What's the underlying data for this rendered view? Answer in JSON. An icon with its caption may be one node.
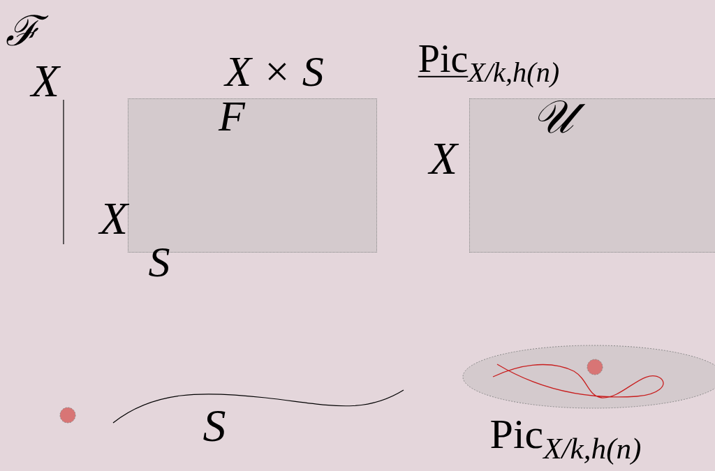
{
  "diagram": {
    "nodes": [
      {
        "text": [
          "F"
        ]
      },
      {
        "text": [
          "𝒰"
        ],
        "beside": [
          "Pic$_{X/k,h(n)}$",
          "X"
        ]
      },
      {
        "text": [],
        "shape": "ellipse",
        "beside": [
          "Pic$_{X/k,h(n)}$"
        ]
      }
    ],
    "edges": [],
    "labels": [
      "ℱ",
      "X",
      "X × S",
      "X",
      "S",
      "S"
    ]
  }
}
